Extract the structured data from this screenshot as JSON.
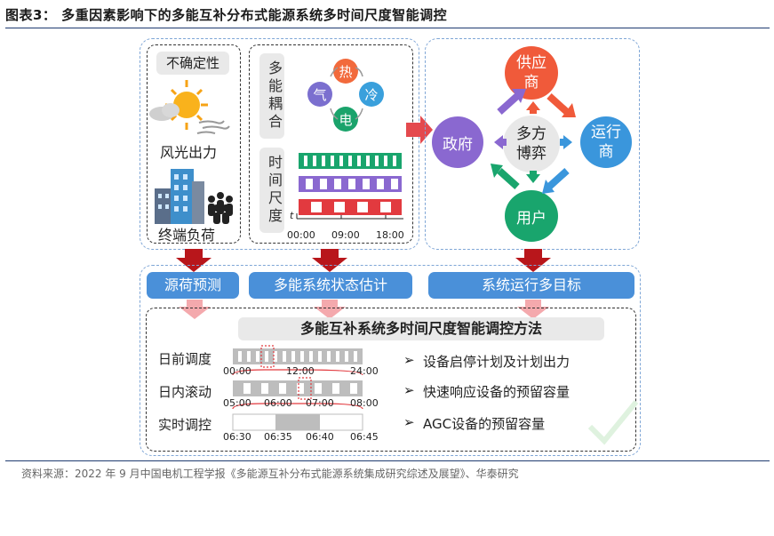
{
  "figure_title": "图表3： 多重因素影响下的多能互补分布式能源系统多时间尺度智能调控",
  "left_panel": {
    "uncertainty_label": "不确定性",
    "wind_solar_label": "风光出力",
    "terminal_load_label": "终端负荷"
  },
  "middle_panel": {
    "coupling_label": "多能耦合",
    "energies": {
      "heat": "热",
      "gas": "气",
      "cold": "冷",
      "electric": "电"
    },
    "time_scale_label": "时间尺度",
    "axis_t": "t",
    "time_ticks": [
      "00:00",
      "09:00",
      "18:00"
    ]
  },
  "game_panel": {
    "center": "多方博弈",
    "supplier": "供应商",
    "government": "政府",
    "operator": "运行商",
    "user": "用户"
  },
  "blue_bars": [
    "源荷预测",
    "多能系统状态估计",
    "系统运行多目标"
  ],
  "method": {
    "title": "多能互补系统多时间尺度智能调控方法",
    "rows": [
      {
        "label": "日前调度",
        "ticks": [
          "00:00",
          "12:00",
          "24:00"
        ]
      },
      {
        "label": "日内滚动",
        "ticks": [
          "05:00",
          "06:00",
          "07:00",
          "08:00"
        ]
      },
      {
        "label": "实时调控",
        "ticks": [
          "06:30",
          "06:35",
          "06:40",
          "06:45"
        ]
      }
    ],
    "bullets": [
      "设备启停计划及计划出力",
      "快速响应设备的预留容量",
      "AGC设备的预留容量"
    ]
  },
  "source_note": "资料来源：2022 年 9 月中国电机工程学报《多能源互补分布式能源系统集成研究综述及展望》、华泰研究",
  "colors": {
    "heat": "#f26a3c",
    "gas": "#7b6fcf",
    "cold": "#3aa0dc",
    "electric": "#1aa36b",
    "supplier": "#f05a3a",
    "government": "#8a68d0",
    "operator": "#3a96dc",
    "user": "#19a56d",
    "dark_red": "#b8161b",
    "pink": "#f4a9ad",
    "blue_btn": "#4a90d9"
  }
}
